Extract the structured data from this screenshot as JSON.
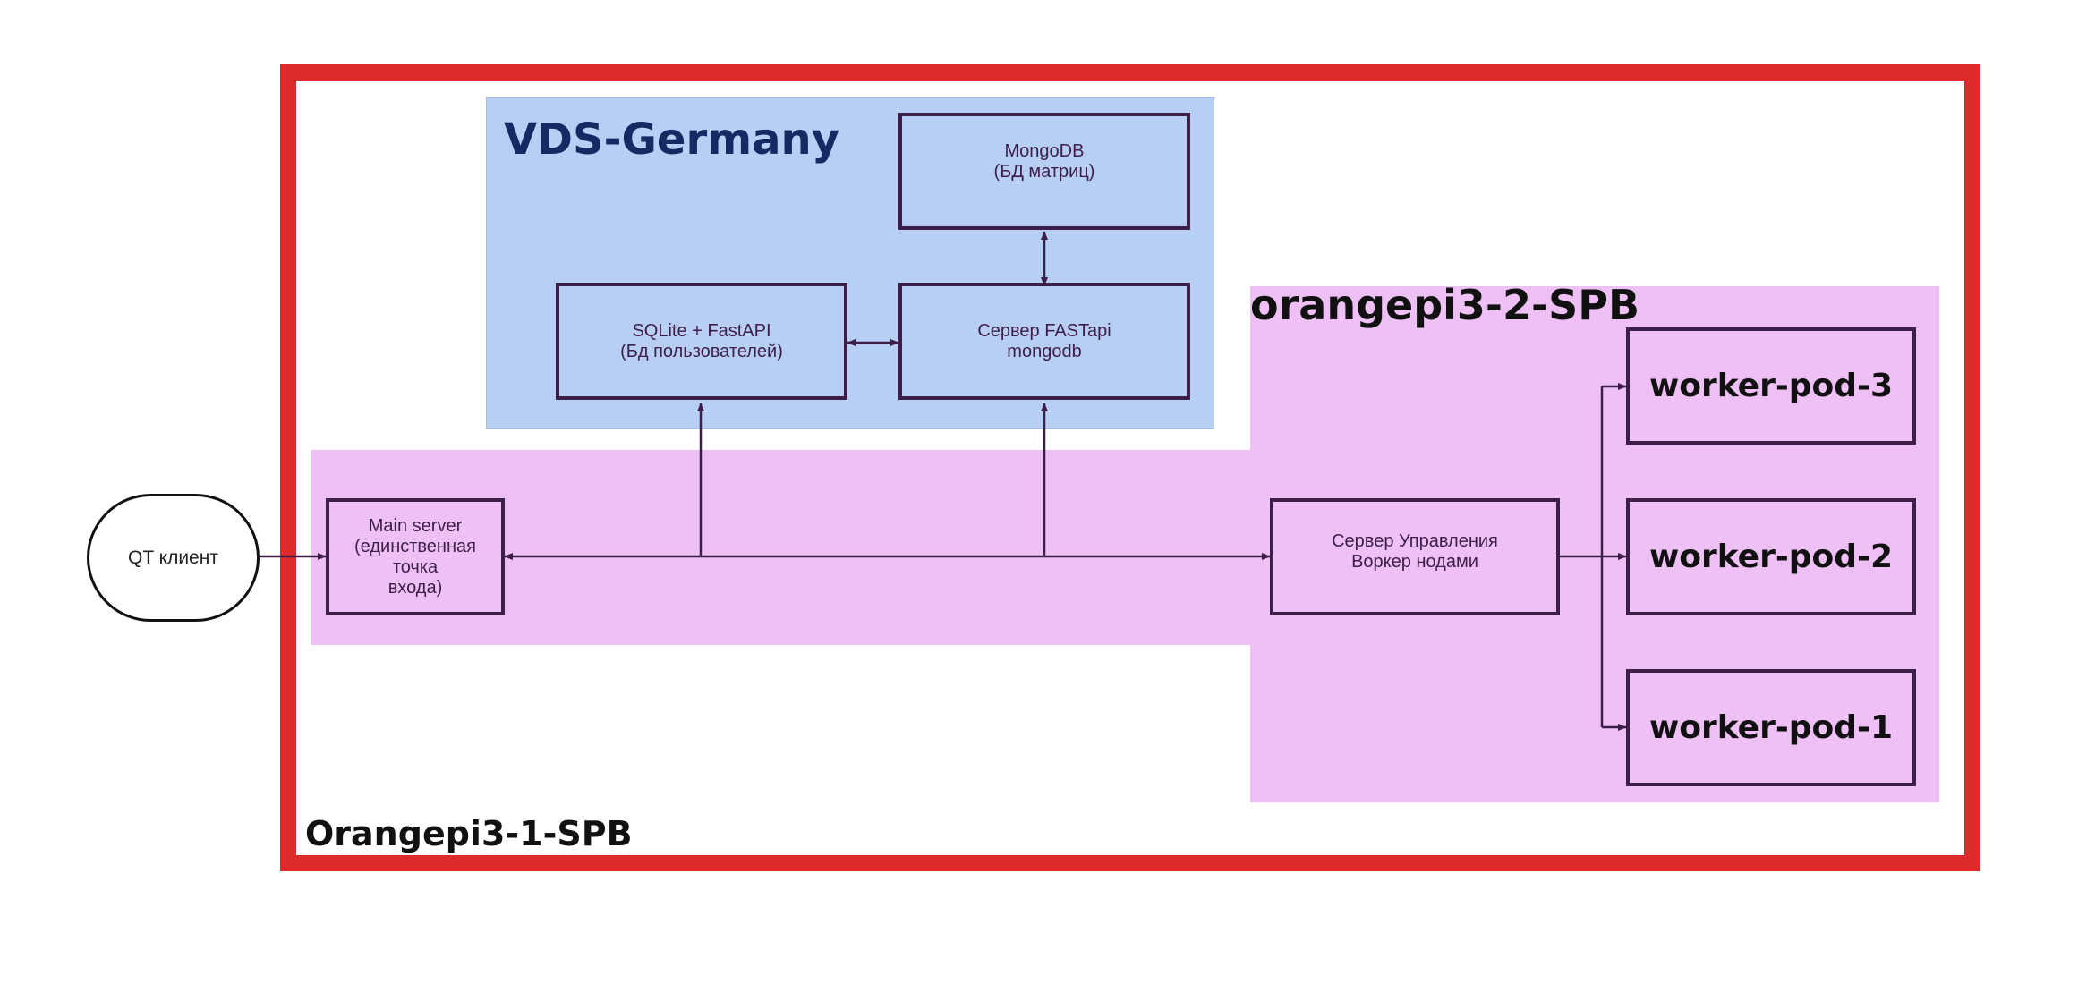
{
  "regions": {
    "outer": "Orangepi3-1-SPB",
    "vds": "VDS-Germany",
    "spb2": "orangepi3-2-SPB"
  },
  "nodes": {
    "client": "QT клиент",
    "main_server": "Main server\n(единственная\nточка\nвхода)",
    "sqlite": "SQLite + FastAPI\n(Бд пользователей)",
    "mongodb": "MongoDB\n(БД матриц)",
    "fastapi_server": "Сервер FASTapi\nmongodb",
    "control_server": "Сервер Управления\nВоркер нодами",
    "pod3": "worker-pod-3",
    "pod2": "worker-pod-2",
    "pod1": "worker-pod-1"
  },
  "colors": {
    "frame": "#dd2a2a",
    "vds_fill": "#b7cff5",
    "spb_fill": "#eec0f5",
    "box_stroke": "#3d1e49"
  }
}
